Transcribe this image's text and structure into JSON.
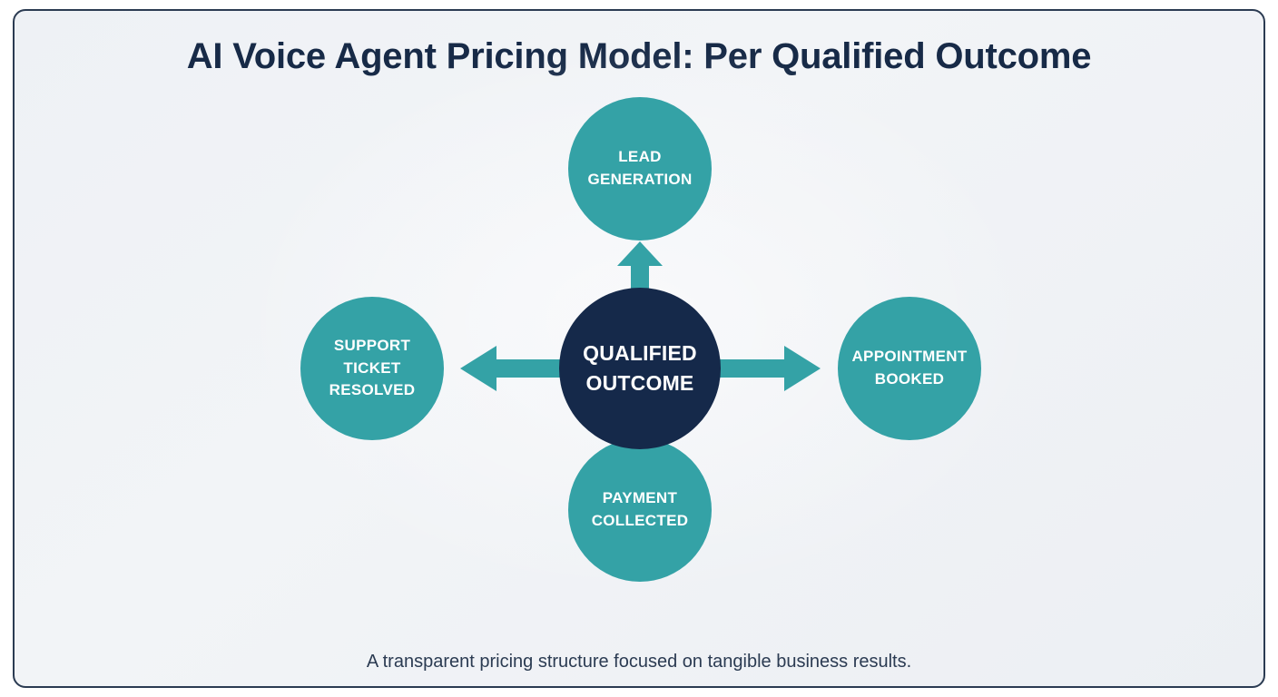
{
  "title": "AI Voice Agent Pricing Model: Per Qualified Outcome",
  "caption": "A transparent pricing structure focused on tangible business results.",
  "colors": {
    "accent_teal": "#34a2a6",
    "navy": "#15294a",
    "background": "#eef1f5",
    "border": "#2b3b52",
    "node_text": "#ffffff",
    "title_text": "#172a47",
    "caption_text": "#2b3b52"
  },
  "diagram": {
    "type": "hub-and-spoke",
    "center": {
      "id": "qualified-outcome",
      "label": "QUALIFIED OUTCOME",
      "line1": "QUALIFIED",
      "line2": "OUTCOME",
      "color": "#15294a"
    },
    "spokes": [
      {
        "id": "lead-generation",
        "label": "LEAD GENERATION",
        "line1": "LEAD",
        "line2": "GENERATION",
        "line3": "",
        "direction": "up",
        "color": "#34a2a6"
      },
      {
        "id": "appointment-booked",
        "label": "APPOINTMENT BOOKED",
        "line1": "APPOINTMENT",
        "line2": "BOOKED",
        "line3": "",
        "direction": "right",
        "color": "#34a2a6"
      },
      {
        "id": "payment-collected",
        "label": "PAYMENT COLLECTED",
        "line1": "PAYMENT",
        "line2": "COLLECTED",
        "line3": "",
        "direction": "down",
        "color": "#34a2a6"
      },
      {
        "id": "support-ticket-resolved",
        "label": "SUPPORT TICKET RESOLVED",
        "line1": "SUPPORT",
        "line2": "TICKET",
        "line3": "RESOLVED",
        "direction": "left",
        "color": "#34a2a6"
      }
    ],
    "arrows": [
      {
        "id": "arrow-up",
        "from": "qualified-outcome",
        "to": "lead-generation"
      },
      {
        "id": "arrow-right",
        "from": "qualified-outcome",
        "to": "appointment-booked"
      },
      {
        "id": "arrow-down",
        "from": "qualified-outcome",
        "to": "payment-collected"
      },
      {
        "id": "arrow-left",
        "from": "qualified-outcome",
        "to": "support-ticket-resolved"
      }
    ]
  }
}
